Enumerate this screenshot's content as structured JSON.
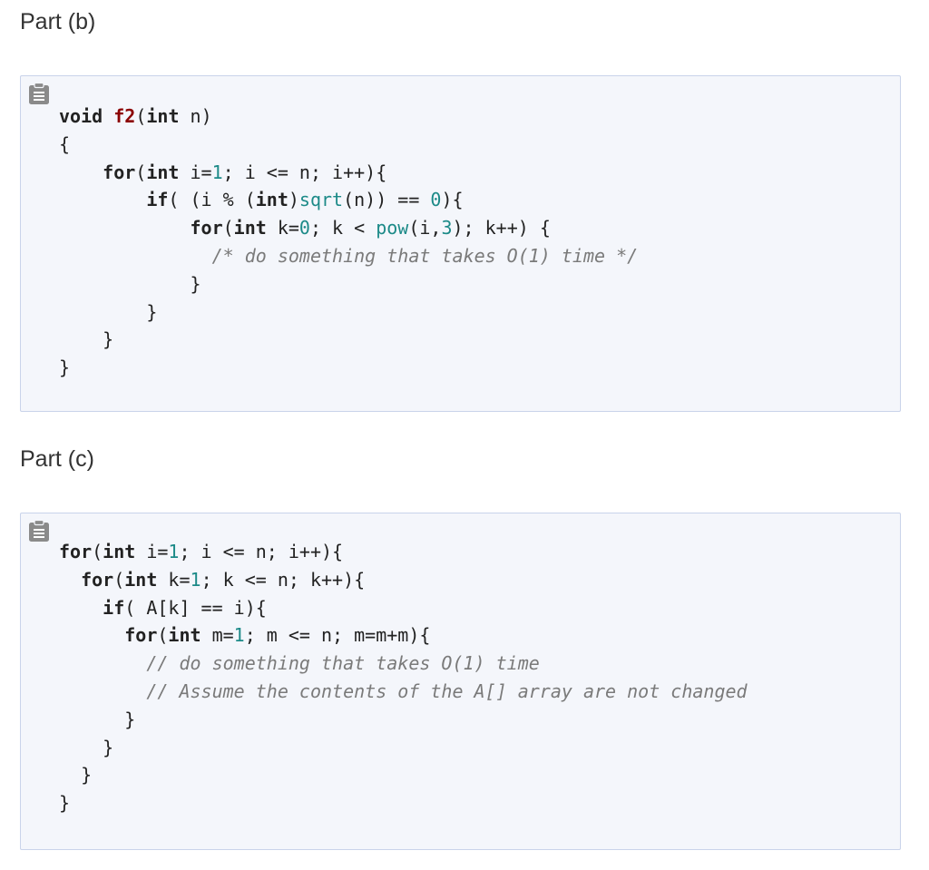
{
  "part_b": {
    "title": "Part (b)",
    "clipboard_icon": "clipboard-icon",
    "lines": [
      [
        {
          "t": "kw",
          "v": "void"
        },
        {
          "t": "p",
          "v": " "
        },
        {
          "t": "fn",
          "v": "f2"
        },
        {
          "t": "p",
          "v": "("
        },
        {
          "t": "kw",
          "v": "int"
        },
        {
          "t": "p",
          "v": " n)"
        }
      ],
      [
        {
          "t": "p",
          "v": "{"
        }
      ],
      [
        {
          "t": "p",
          "v": "    "
        },
        {
          "t": "kw",
          "v": "for"
        },
        {
          "t": "p",
          "v": "("
        },
        {
          "t": "kw",
          "v": "int"
        },
        {
          "t": "p",
          "v": " i="
        },
        {
          "t": "num",
          "v": "1"
        },
        {
          "t": "p",
          "v": "; i <= n; i++){"
        }
      ],
      [
        {
          "t": "p",
          "v": "        "
        },
        {
          "t": "kw",
          "v": "if"
        },
        {
          "t": "p",
          "v": "( (i % ("
        },
        {
          "t": "kw",
          "v": "int"
        },
        {
          "t": "p",
          "v": ")"
        },
        {
          "t": "call",
          "v": "sqrt"
        },
        {
          "t": "p",
          "v": "(n)) == "
        },
        {
          "t": "num",
          "v": "0"
        },
        {
          "t": "p",
          "v": "){"
        }
      ],
      [
        {
          "t": "p",
          "v": "            "
        },
        {
          "t": "kw",
          "v": "for"
        },
        {
          "t": "p",
          "v": "("
        },
        {
          "t": "kw",
          "v": "int"
        },
        {
          "t": "p",
          "v": " k="
        },
        {
          "t": "num",
          "v": "0"
        },
        {
          "t": "p",
          "v": "; k < "
        },
        {
          "t": "call",
          "v": "pow"
        },
        {
          "t": "p",
          "v": "(i,"
        },
        {
          "t": "num",
          "v": "3"
        },
        {
          "t": "p",
          "v": "); k++) {"
        }
      ],
      [
        {
          "t": "p",
          "v": "              "
        },
        {
          "t": "cmt",
          "v": "/* do something that takes O(1) time */"
        }
      ],
      [
        {
          "t": "p",
          "v": "            }"
        }
      ],
      [
        {
          "t": "p",
          "v": "        }"
        }
      ],
      [
        {
          "t": "p",
          "v": "    }"
        }
      ],
      [
        {
          "t": "p",
          "v": "}"
        }
      ]
    ]
  },
  "part_c": {
    "title": "Part (c)",
    "clipboard_icon": "clipboard-icon",
    "lines": [
      [
        {
          "t": "kw",
          "v": "for"
        },
        {
          "t": "p",
          "v": "("
        },
        {
          "t": "kw",
          "v": "int"
        },
        {
          "t": "p",
          "v": " i="
        },
        {
          "t": "num",
          "v": "1"
        },
        {
          "t": "p",
          "v": "; i <= n; i++){"
        }
      ],
      [
        {
          "t": "p",
          "v": "  "
        },
        {
          "t": "kw",
          "v": "for"
        },
        {
          "t": "p",
          "v": "("
        },
        {
          "t": "kw",
          "v": "int"
        },
        {
          "t": "p",
          "v": " k="
        },
        {
          "t": "num",
          "v": "1"
        },
        {
          "t": "p",
          "v": "; k <= n; k++){"
        }
      ],
      [
        {
          "t": "p",
          "v": "    "
        },
        {
          "t": "kw",
          "v": "if"
        },
        {
          "t": "p",
          "v": "( A[k] == i){"
        }
      ],
      [
        {
          "t": "p",
          "v": "      "
        },
        {
          "t": "kw",
          "v": "for"
        },
        {
          "t": "p",
          "v": "("
        },
        {
          "t": "kw",
          "v": "int"
        },
        {
          "t": "p",
          "v": " m="
        },
        {
          "t": "num",
          "v": "1"
        },
        {
          "t": "p",
          "v": "; m <= n; m=m+m){"
        }
      ],
      [
        {
          "t": "p",
          "v": "        "
        },
        {
          "t": "cmt",
          "v": "// do something that takes O(1) time"
        }
      ],
      [
        {
          "t": "p",
          "v": "        "
        },
        {
          "t": "cmt",
          "v": "// Assume the contents of the A[] array are not changed"
        }
      ],
      [
        {
          "t": "p",
          "v": "      }"
        }
      ],
      [
        {
          "t": "p",
          "v": "    }"
        }
      ],
      [
        {
          "t": "p",
          "v": "  }"
        }
      ],
      [
        {
          "t": "p",
          "v": "}"
        }
      ]
    ]
  }
}
